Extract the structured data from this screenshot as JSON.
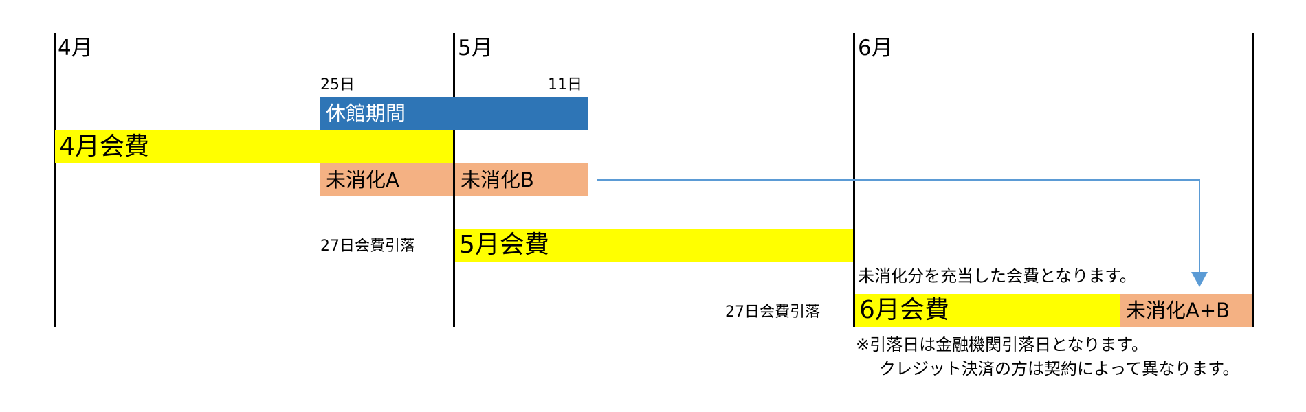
{
  "months": [
    "4月",
    "5月",
    "6月"
  ],
  "dates": {
    "start": "25日",
    "end": "11日"
  },
  "bars": {
    "closure": "休館期間",
    "fee_april": "4月会費",
    "unused_a": "未消化A",
    "unused_b": "未消化B",
    "fee_may": "5月会費",
    "fee_june": "6月会費",
    "unused_ab": "未消化A+B"
  },
  "labels": {
    "debit_may": "27日会費引落",
    "debit_june": "27日会費引落",
    "applied_note": "未消化分を充当した会費となります。"
  },
  "footnote": {
    "line1": "※引落日は金融機関引落日となります。",
    "line2": "クレジット決済の方は契約によって異なります。"
  },
  "colors": {
    "closure": "#2E75B6",
    "fee": "#FFFF00",
    "unused": "#F4B183",
    "arrow": "#5B9BD5",
    "line": "#000000"
  }
}
